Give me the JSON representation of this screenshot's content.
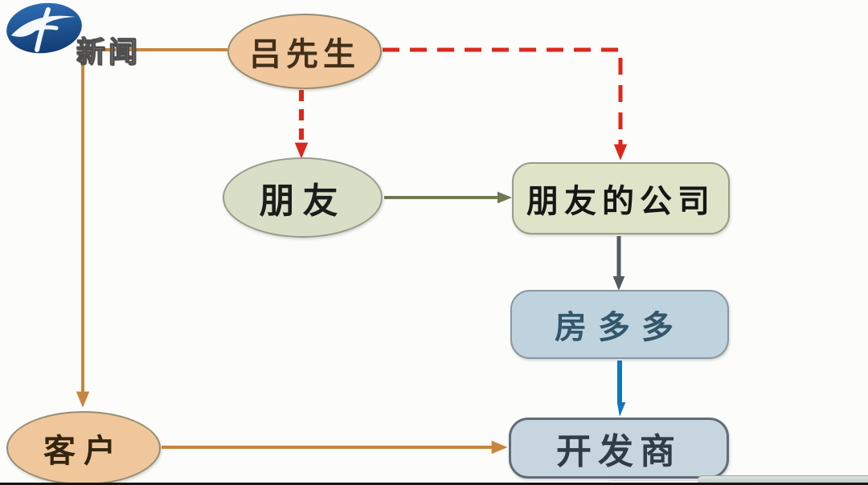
{
  "broadcast": {
    "channel_label": "新闻",
    "logo_color": "#1c4f8f"
  },
  "diagram": {
    "nodes": [
      {
        "id": "mr-lv",
        "label": "吕先生",
        "shape": "ellipse",
        "fill": "#f1c79d",
        "border": "#968e72",
        "text_color": "#42301a"
      },
      {
        "id": "friend",
        "label": "朋友",
        "shape": "ellipse",
        "fill": "#d9dfc6",
        "border": "#9b9c8c",
        "text_color": "#1c1c1c"
      },
      {
        "id": "friends-company",
        "label": "朋友的公司",
        "shape": "rounded-rect",
        "fill": "#dfe4c9",
        "border": "#9a9b89",
        "text_color": "#161616"
      },
      {
        "id": "fangduoduo",
        "label": "房多多",
        "shape": "rounded-rect",
        "fill": "#bfd3de",
        "border": "#8a98a2",
        "text_color": "#33566a"
      },
      {
        "id": "developer",
        "label": "开发商",
        "shape": "rounded-rect",
        "fill": "#c6d5de",
        "border": "#626d78",
        "text_color": "#323c47"
      },
      {
        "id": "customer",
        "label": "客户",
        "shape": "ellipse",
        "fill": "#f0c69b",
        "border": "#968e72",
        "text_color": "#33250f"
      }
    ],
    "edges": [
      {
        "from": "mr-lv",
        "to": "customer",
        "style": "solid",
        "color": "#c9843f"
      },
      {
        "from": "mr-lv",
        "to": "friend",
        "style": "dashed",
        "color": "#da291c"
      },
      {
        "from": "mr-lv",
        "to": "friends-company",
        "style": "dashed",
        "color": "#da291c"
      },
      {
        "from": "friend",
        "to": "friends-company",
        "style": "solid",
        "color": "#6e7852"
      },
      {
        "from": "friends-company",
        "to": "fangduoduo",
        "style": "solid",
        "color": "#545a60"
      },
      {
        "from": "fangduoduo",
        "to": "developer",
        "style": "solid",
        "color": "#1077bb"
      },
      {
        "from": "customer",
        "to": "developer",
        "style": "solid",
        "color": "#c9843f"
      }
    ]
  }
}
